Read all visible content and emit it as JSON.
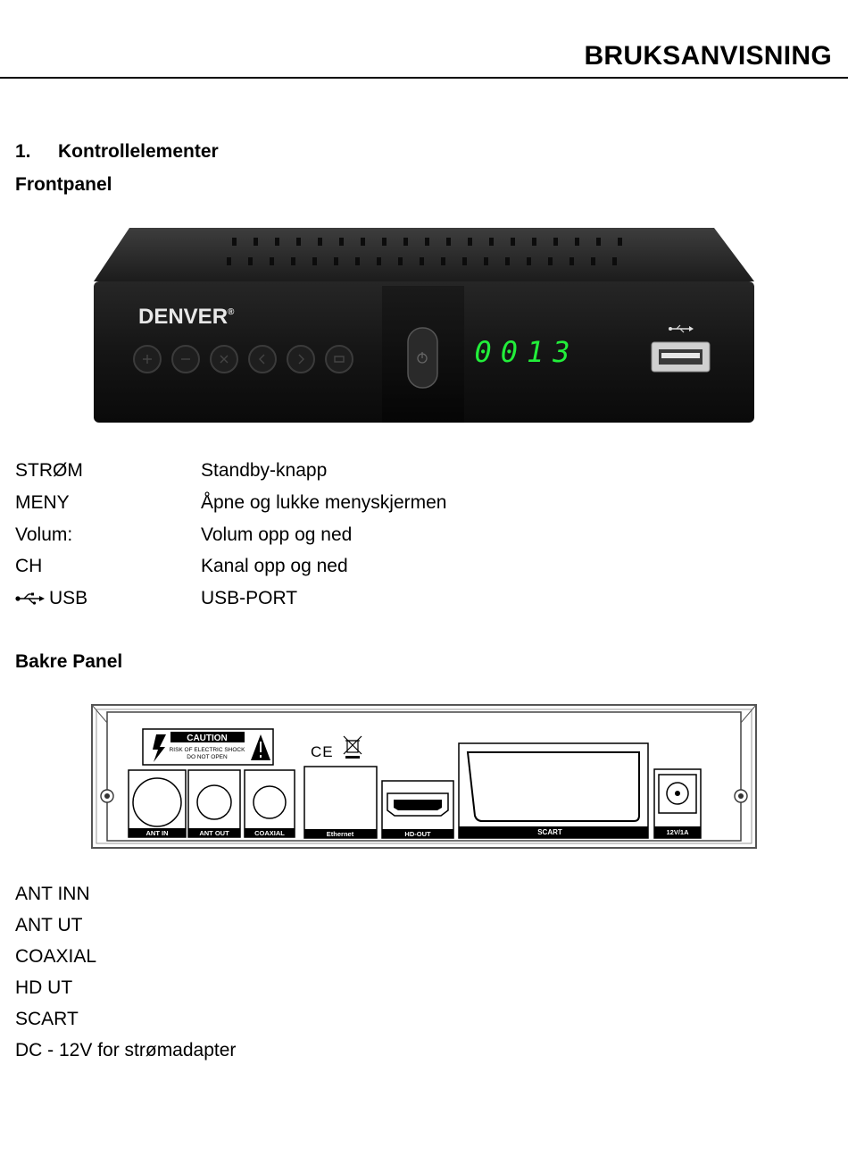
{
  "header": {
    "title": "BRUKSANVISNING"
  },
  "section1": {
    "number": "1.",
    "title": "Kontrollelementer"
  },
  "front_panel": {
    "heading": "Frontpanel",
    "brand": "DENVER",
    "brand_mark": "®",
    "display_digits": "0013",
    "button_icons": [
      "plus-icon",
      "minus-icon",
      "menu-icon",
      "left-arrow-icon",
      "right-arrow-icon",
      "ok-icon"
    ],
    "items": [
      {
        "term": "STRØM",
        "desc": "Standby-knapp"
      },
      {
        "term": "MENY",
        "desc": "Åpne og lukke menyskjermen"
      },
      {
        "term": "Volum:",
        "desc": "Volum opp og ned"
      },
      {
        "term": "CH",
        "desc": "Kanal opp og ned"
      },
      {
        "term": "USB",
        "desc": "USB-PORT",
        "icon": "usb-icon"
      }
    ]
  },
  "back_panel": {
    "heading": "Bakre Panel",
    "caution": {
      "title": "CAUTION",
      "line1": "RISK OF ELECTRIC SHOCK",
      "line2": "DO NOT OPEN"
    },
    "ce_mark": "CE",
    "port_labels": {
      "ant_in": "ANT IN",
      "ant_out": "ANT OUT",
      "coaxial": "COAXIAL",
      "ethernet": "Ethernet",
      "hd_out": "HD-OUT",
      "scart": "SCART",
      "power": "12V/1A"
    },
    "items": [
      "ANT INN",
      "ANT UT",
      "COAXIAL",
      "HD UT",
      "SCART",
      "DC - 12V for strømadapter"
    ]
  }
}
